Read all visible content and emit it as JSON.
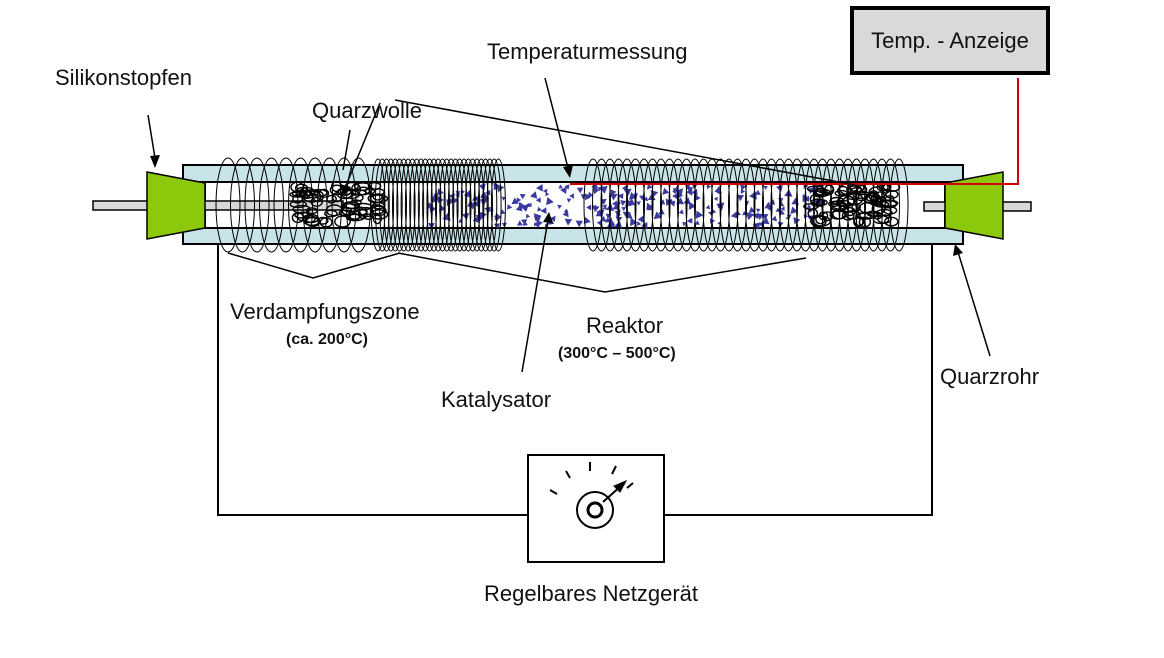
{
  "labels": {
    "silikonstopfen": "Silikonstopfen",
    "quarzwolle": "Quarzwolle",
    "temperaturmessung": "Temperaturmessung",
    "temp_anzeige": "Temp. - Anzeige",
    "verdampfungszone": "Verdampfungszone",
    "verdampfungszone_temp": "(ca. 200°C)",
    "reaktor": "Reaktor",
    "reaktor_temp": "(300°C – 500°C)",
    "katalysator": "Katalysator",
    "quarzrohr": "Quarzrohr",
    "netzgeraet": "Regelbares Netzgerät"
  },
  "colors": {
    "tube": "#c9e4e8",
    "stopper": "#8cc80c",
    "display_box": "#d9d9d9",
    "catalyst": "#3a3aa0",
    "thermocouple": "#d00000",
    "wool": "#000000",
    "line": "#000000"
  },
  "icons": {
    "power_supply": "dial-icon"
  }
}
